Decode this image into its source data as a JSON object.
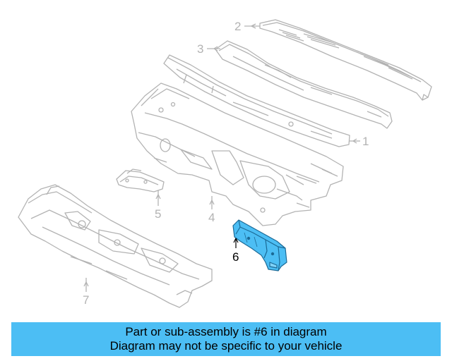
{
  "diagram": {
    "callouts": [
      {
        "id": "1",
        "label": "1",
        "highlighted": false
      },
      {
        "id": "2",
        "label": "2",
        "highlighted": false
      },
      {
        "id": "3",
        "label": "3",
        "highlighted": false
      },
      {
        "id": "4",
        "label": "4",
        "highlighted": false
      },
      {
        "id": "5",
        "label": "5",
        "highlighted": false
      },
      {
        "id": "6",
        "label": "6",
        "highlighted": true
      },
      {
        "id": "7",
        "label": "7",
        "highlighted": false
      }
    ],
    "colors": {
      "outline": "#b3b3b3",
      "highlight_fill": "#4cbef4",
      "highlight_stroke": "#1c6a96",
      "banner": "#4cbef4"
    }
  },
  "banner": {
    "line1": "Part or sub-assembly is #6 in diagram",
    "line2": "Diagram may not be specific to your vehicle"
  }
}
